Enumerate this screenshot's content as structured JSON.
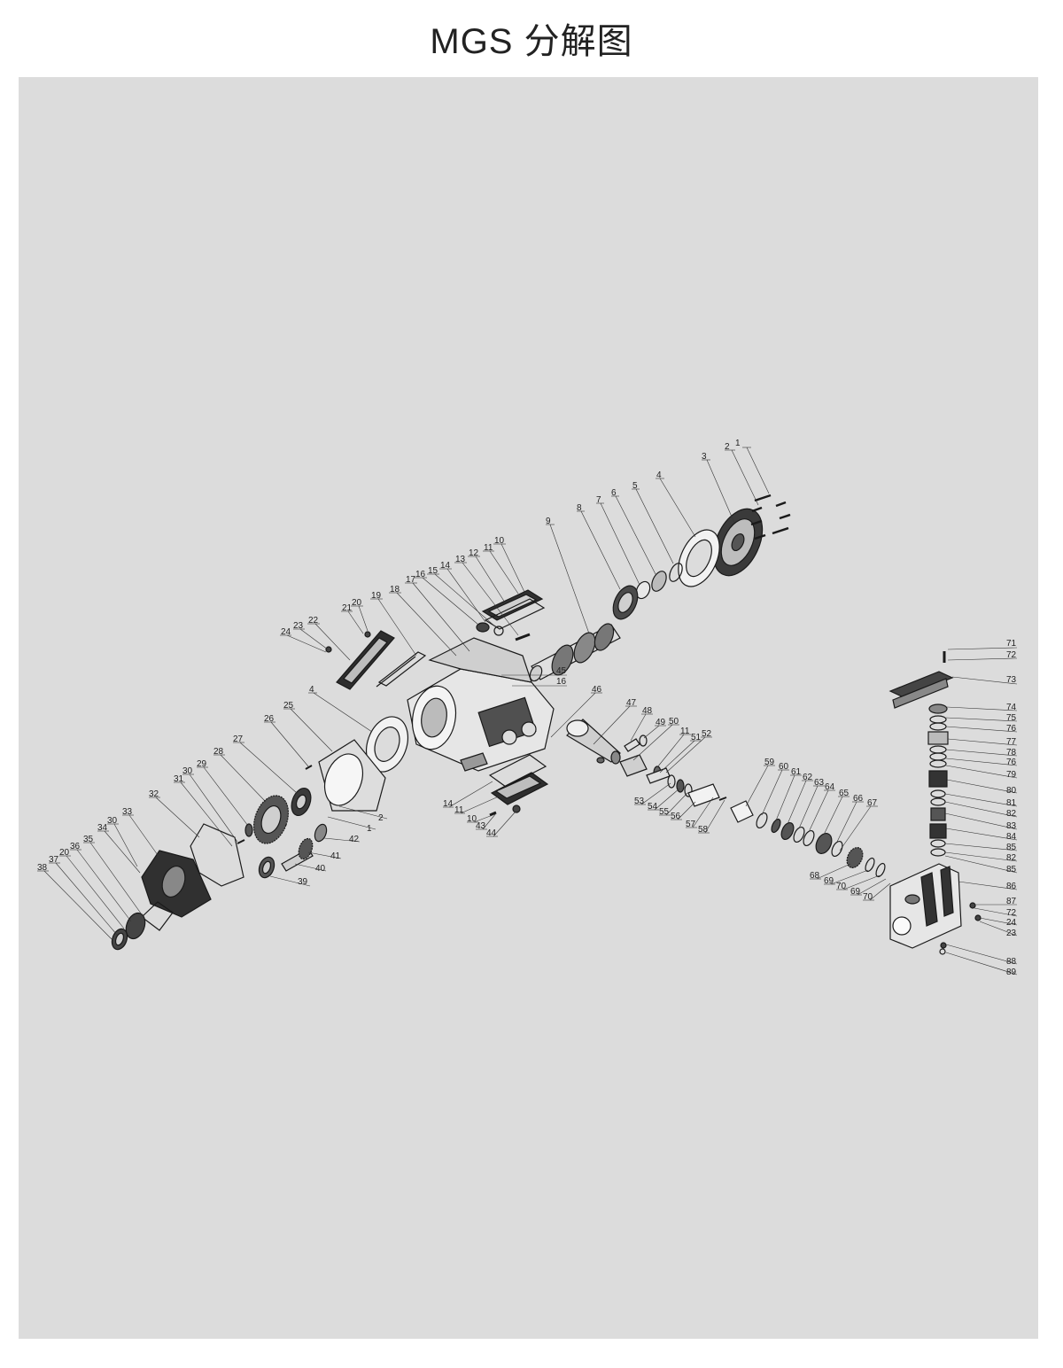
{
  "title": "MGS 分解图",
  "colors": {
    "background": "#ffffff",
    "panel": "#dcdcdc",
    "line": "#1a1a1a"
  },
  "callouts": [
    {
      "id": "c1",
      "label": "1"
    },
    {
      "id": "c2",
      "label": "2"
    },
    {
      "id": "c3",
      "label": "3"
    },
    {
      "id": "c4",
      "label": "4"
    },
    {
      "id": "c5",
      "label": "5"
    },
    {
      "id": "c6",
      "label": "6"
    },
    {
      "id": "c7",
      "label": "7"
    },
    {
      "id": "c8",
      "label": "8"
    },
    {
      "id": "c9",
      "label": "9"
    },
    {
      "id": "c10",
      "label": "10"
    },
    {
      "id": "c11",
      "label": "11"
    },
    {
      "id": "c12",
      "label": "12"
    },
    {
      "id": "c13",
      "label": "13"
    },
    {
      "id": "c14",
      "label": "14"
    },
    {
      "id": "c15",
      "label": "15"
    },
    {
      "id": "c16",
      "label": "16"
    },
    {
      "id": "c17",
      "label": "17"
    },
    {
      "id": "c18",
      "label": "18"
    },
    {
      "id": "c19",
      "label": "19"
    },
    {
      "id": "c20",
      "label": "20"
    },
    {
      "id": "c21",
      "label": "21"
    },
    {
      "id": "c22",
      "label": "22"
    },
    {
      "id": "c23",
      "label": "23"
    },
    {
      "id": "c24",
      "label": "24"
    },
    {
      "id": "c45",
      "label": "45"
    },
    {
      "id": "c16b",
      "label": "16"
    },
    {
      "id": "c46",
      "label": "46"
    },
    {
      "id": "c4b",
      "label": "4"
    },
    {
      "id": "c25",
      "label": "25"
    },
    {
      "id": "c26",
      "label": "26"
    },
    {
      "id": "c27",
      "label": "27"
    },
    {
      "id": "c28",
      "label": "28"
    },
    {
      "id": "c29",
      "label": "29"
    },
    {
      "id": "c30",
      "label": "30"
    },
    {
      "id": "c31",
      "label": "31"
    },
    {
      "id": "c32",
      "label": "32"
    },
    {
      "id": "c33",
      "label": "33"
    },
    {
      "id": "c30b",
      "label": "30"
    },
    {
      "id": "c34",
      "label": "34"
    },
    {
      "id": "c35",
      "label": "35"
    },
    {
      "id": "c36",
      "label": "36"
    },
    {
      "id": "c20b",
      "label": "20"
    },
    {
      "id": "c37",
      "label": "37"
    },
    {
      "id": "c38",
      "label": "38"
    },
    {
      "id": "c2b",
      "label": "2"
    },
    {
      "id": "c1b",
      "label": "1"
    },
    {
      "id": "c42",
      "label": "42"
    },
    {
      "id": "c41",
      "label": "41"
    },
    {
      "id": "c40",
      "label": "40"
    },
    {
      "id": "c39",
      "label": "39"
    },
    {
      "id": "c14b",
      "label": "14"
    },
    {
      "id": "c11b",
      "label": "11"
    },
    {
      "id": "c10b",
      "label": "10"
    },
    {
      "id": "c43",
      "label": "43"
    },
    {
      "id": "c44",
      "label": "44"
    },
    {
      "id": "c47",
      "label": "47"
    },
    {
      "id": "c48",
      "label": "48"
    },
    {
      "id": "c49",
      "label": "49"
    },
    {
      "id": "c50",
      "label": "50"
    },
    {
      "id": "c11c",
      "label": "11"
    },
    {
      "id": "c51",
      "label": "51"
    },
    {
      "id": "c52",
      "label": "52"
    },
    {
      "id": "c53",
      "label": "53"
    },
    {
      "id": "c54",
      "label": "54"
    },
    {
      "id": "c55",
      "label": "55"
    },
    {
      "id": "c56",
      "label": "56"
    },
    {
      "id": "c57",
      "label": "57"
    },
    {
      "id": "c58",
      "label": "58"
    },
    {
      "id": "c59",
      "label": "59"
    },
    {
      "id": "c60",
      "label": "60"
    },
    {
      "id": "c61",
      "label": "61"
    },
    {
      "id": "c62",
      "label": "62"
    },
    {
      "id": "c63",
      "label": "63"
    },
    {
      "id": "c64",
      "label": "64"
    },
    {
      "id": "c65",
      "label": "65"
    },
    {
      "id": "c66",
      "label": "66"
    },
    {
      "id": "c67",
      "label": "67"
    },
    {
      "id": "c68",
      "label": "68"
    },
    {
      "id": "c69",
      "label": "69"
    },
    {
      "id": "c70",
      "label": "70"
    },
    {
      "id": "c69b",
      "label": "69"
    },
    {
      "id": "c70b",
      "label": "70"
    },
    {
      "id": "c71",
      "label": "71"
    },
    {
      "id": "c72",
      "label": "72"
    },
    {
      "id": "c73",
      "label": "73"
    },
    {
      "id": "c74",
      "label": "74"
    },
    {
      "id": "c75",
      "label": "75"
    },
    {
      "id": "c76",
      "label": "76"
    },
    {
      "id": "c77",
      "label": "77"
    },
    {
      "id": "c78",
      "label": "78"
    },
    {
      "id": "c76b",
      "label": "76"
    },
    {
      "id": "c79",
      "label": "79"
    },
    {
      "id": "c80",
      "label": "80"
    },
    {
      "id": "c81",
      "label": "81"
    },
    {
      "id": "c82",
      "label": "82"
    },
    {
      "id": "c83",
      "label": "83"
    },
    {
      "id": "c84",
      "label": "84"
    },
    {
      "id": "c85",
      "label": "85"
    },
    {
      "id": "c82b",
      "label": "82"
    },
    {
      "id": "c85b",
      "label": "85"
    },
    {
      "id": "c86",
      "label": "86"
    },
    {
      "id": "c87",
      "label": "87"
    },
    {
      "id": "c72b",
      "label": "72"
    },
    {
      "id": "c24b",
      "label": "24"
    },
    {
      "id": "c23b",
      "label": "23"
    },
    {
      "id": "c88",
      "label": "88"
    },
    {
      "id": "c89",
      "label": "89"
    }
  ]
}
